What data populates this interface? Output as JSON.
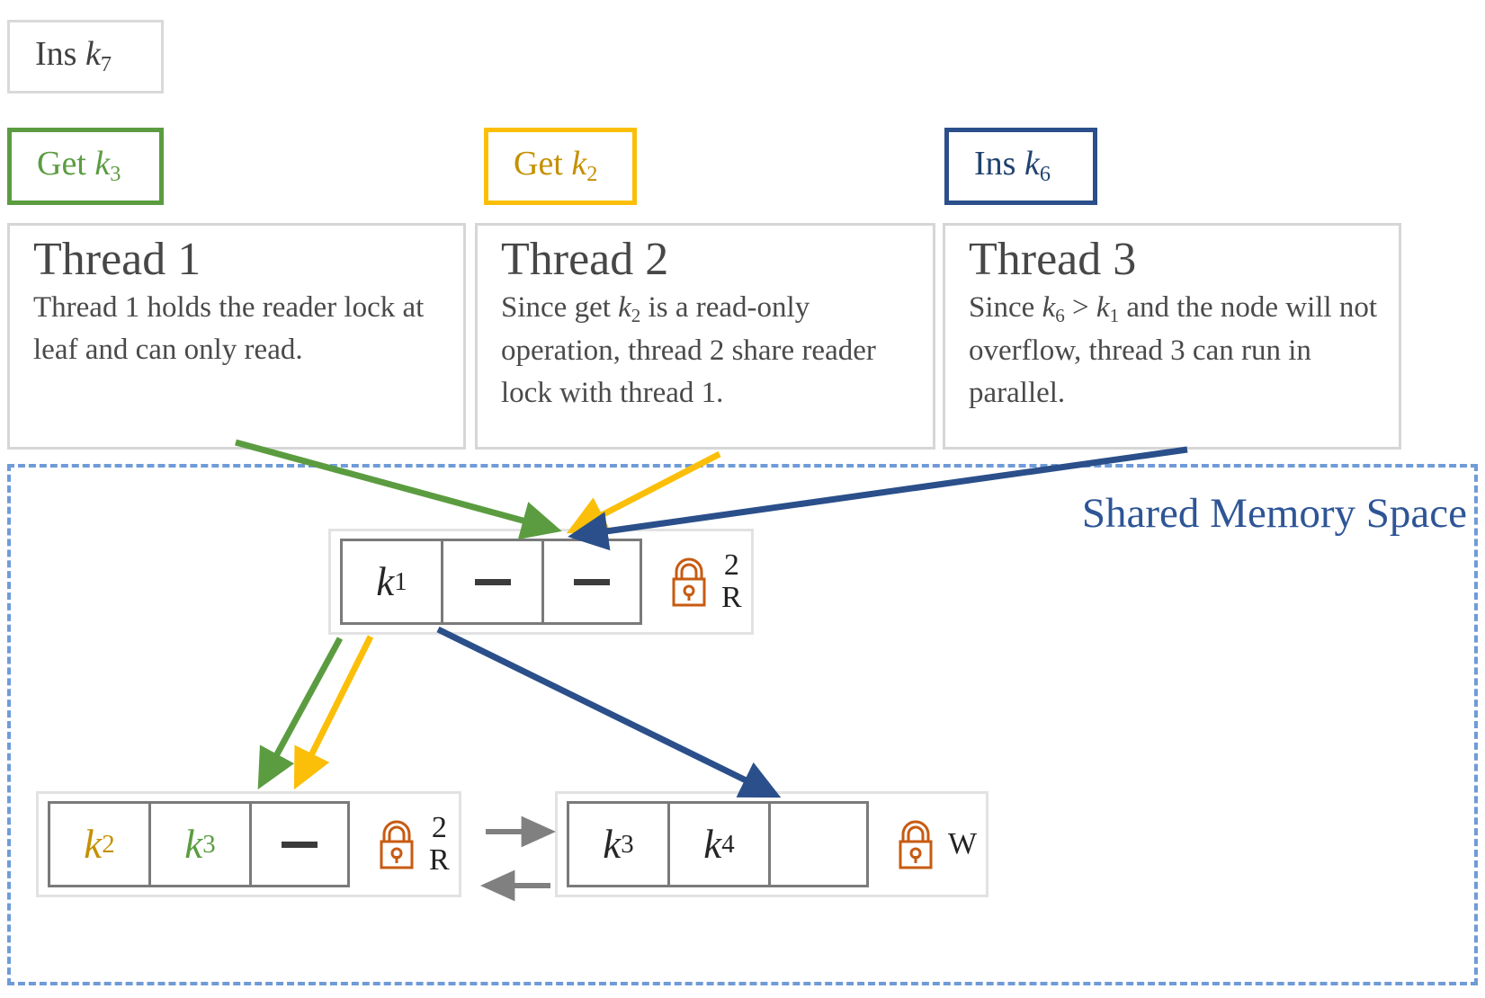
{
  "operations": [
    {
      "id": "ins-k7",
      "prefix": "Ins ",
      "key": "k",
      "subscript": "7",
      "border_color": "#d9d9d9",
      "text_color": "#404040"
    },
    {
      "id": "get-k3",
      "prefix": "Get ",
      "key": "k",
      "subscript": "3",
      "border_color": "#5b9c41",
      "text_color": "#5b9c41"
    },
    {
      "id": "get-k2",
      "prefix": "Get ",
      "key": "k",
      "subscript": "2",
      "border_color": "#fbbf09",
      "text_color": "#c49000"
    },
    {
      "id": "ins-k6",
      "prefix": "Ins ",
      "key": "k",
      "subscript": "6",
      "border_color": "#2a4f8a",
      "text_color": "#20426f"
    }
  ],
  "threads": [
    {
      "title": "Thread 1",
      "body": "Thread 1 holds the reader lock at leaf and can only read.",
      "accent": "#5b9c41"
    },
    {
      "title": "Thread 2",
      "body_part1": "Since get ",
      "body_key": "k",
      "body_sub": "2",
      "body_part2": " is a read-only operation, thread 2 share reader lock with thread 1.",
      "accent": "#fbbf09"
    },
    {
      "title": "Thread 3",
      "body_part1": "Since ",
      "body_key1": "k",
      "body_sub1": "6",
      "body_mid": " > ",
      "body_key2": "k",
      "body_sub2": "1",
      "body_part2": " and the node will not overflow, thread 3 can run in parallel.",
      "accent": "#2a4f8a"
    }
  ],
  "shared_memory": {
    "label": "Shared Memory Space",
    "border_color": "#6f9bd8",
    "label_color": "#2e5596"
  },
  "tree": {
    "root": {
      "name": "root-node",
      "cells": [
        {
          "text": "k",
          "sub": "1",
          "kind": "key",
          "color": "#262626"
        },
        {
          "text": "-",
          "kind": "empty-dash"
        },
        {
          "text": "-",
          "kind": "empty-dash"
        }
      ],
      "lock": {
        "icon": "padlock-icon",
        "count": "2",
        "mode": "R",
        "color": "#c75b12"
      }
    },
    "leaf_left": {
      "name": "leaf-node-left",
      "cells": [
        {
          "text": "k",
          "sub": "2",
          "kind": "key",
          "color": "#c49000"
        },
        {
          "text": "k",
          "sub": "3",
          "kind": "key",
          "color": "#5b9c41"
        },
        {
          "text": "-",
          "kind": "empty-dash"
        }
      ],
      "lock": {
        "icon": "padlock-icon",
        "count": "2",
        "mode": "R",
        "color": "#c75b12"
      }
    },
    "leaf_right": {
      "name": "leaf-node-right",
      "cells": [
        {
          "text": "k",
          "sub": "3",
          "kind": "key",
          "color": "#262626"
        },
        {
          "text": "k",
          "sub": "4",
          "kind": "key",
          "color": "#262626"
        },
        {
          "text": "",
          "kind": "blank"
        }
      ],
      "lock": {
        "icon": "padlock-icon",
        "count": "",
        "mode": "W",
        "color": "#c75b12"
      }
    }
  },
  "arrows": {
    "thread1_to_root": {
      "color": "#5b9c41",
      "from": "thread-1-card",
      "to": "root-node"
    },
    "thread2_to_root": {
      "color": "#fbbf09",
      "from": "thread-2-card",
      "to": "root-node"
    },
    "thread3_to_root": {
      "color": "#2a4f8a",
      "from": "thread-3-card",
      "to": "root-node"
    },
    "root_to_leaf_left_green": {
      "color": "#5b9c41"
    },
    "root_to_leaf_left_gold": {
      "color": "#fbbf09"
    },
    "root_to_leaf_right_blue": {
      "color": "#2a4f8a"
    },
    "sibling_right": {
      "color": "#808080"
    },
    "sibling_left": {
      "color": "#808080"
    }
  }
}
